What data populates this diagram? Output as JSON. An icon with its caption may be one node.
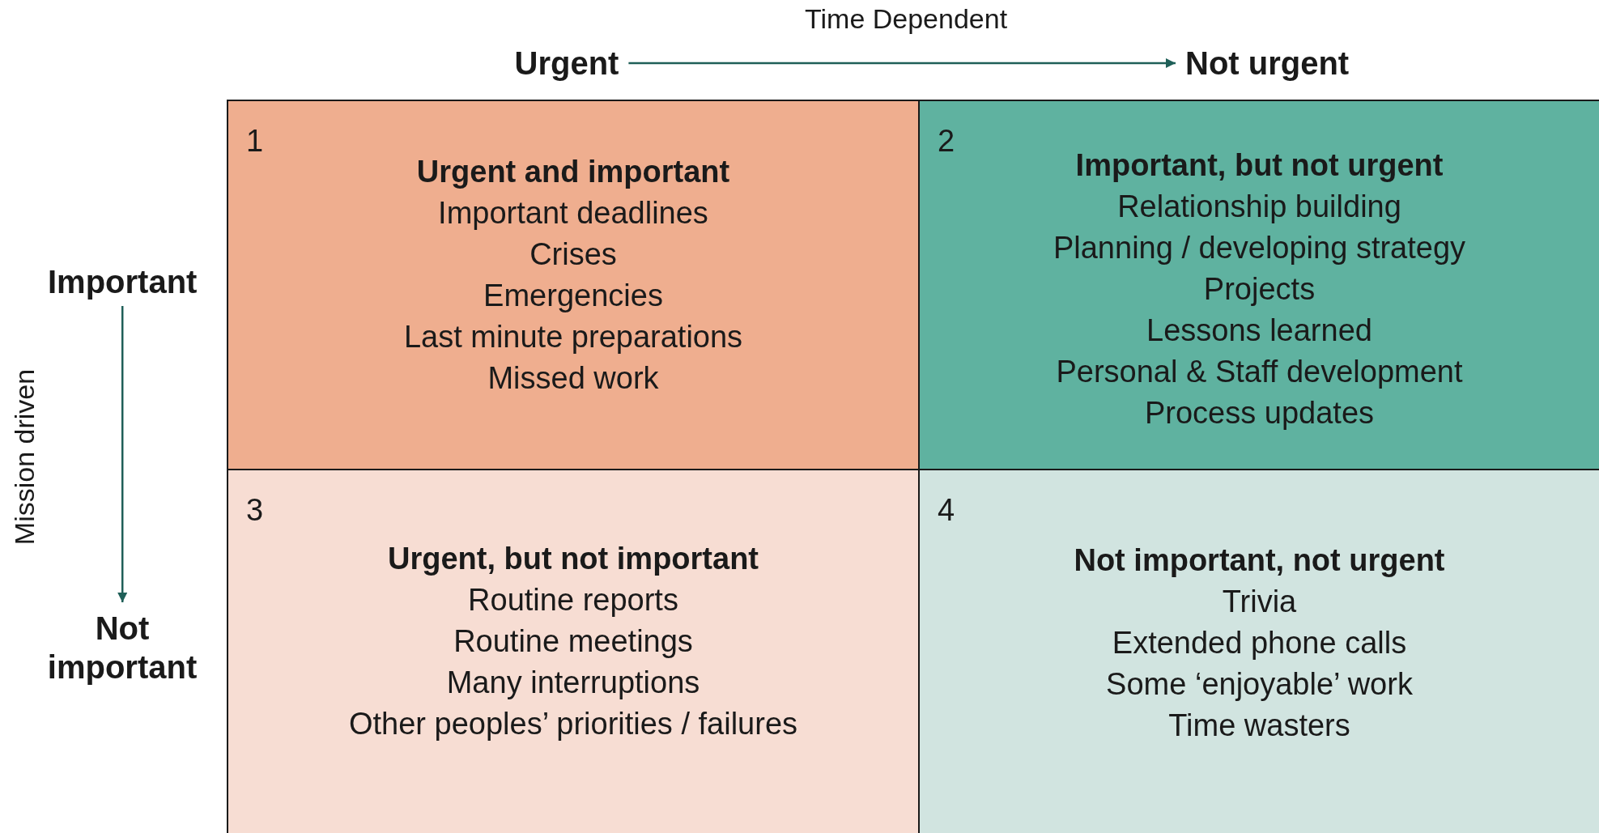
{
  "diagram": {
    "nodes": [
      {
        "text": [
          "Urgent"
        ]
      },
      {
        "text": [
          "Not urgent"
        ]
      },
      {
        "text": [
          "Important"
        ]
      },
      {
        "text": [
          "Not important"
        ]
      },
      {
        "text": [
          "1",
          "Urgent and important",
          "Important deadlines",
          "Crises",
          "Emergencies",
          "Last minute preparations",
          "Missed work"
        ]
      },
      {
        "text": [
          "2",
          "Important, but not urgent",
          "Relationship building",
          "Planning / developing strategy",
          "Projects",
          "Lessons learned",
          "Personal & Staff development",
          "Process updates"
        ]
      },
      {
        "text": [
          "3",
          "Urgent, but not important",
          "Routine reports",
          "Routine meetings",
          "Many interruptions",
          "Other peoples’ priorities / failures"
        ]
      },
      {
        "text": [
          "4",
          "Not important, not urgent",
          "Trivia",
          "Extended phone calls",
          "Some ‘enjoyable’ work",
          "Time wasters"
        ]
      }
    ],
    "edges": [
      {
        "from": 0,
        "to": 1,
        "arrow": "to"
      },
      {
        "from": 2,
        "to": 3,
        "arrow": "to"
      }
    ],
    "labels": [
      "Time Dependent",
      "Mission driven"
    ]
  }
}
